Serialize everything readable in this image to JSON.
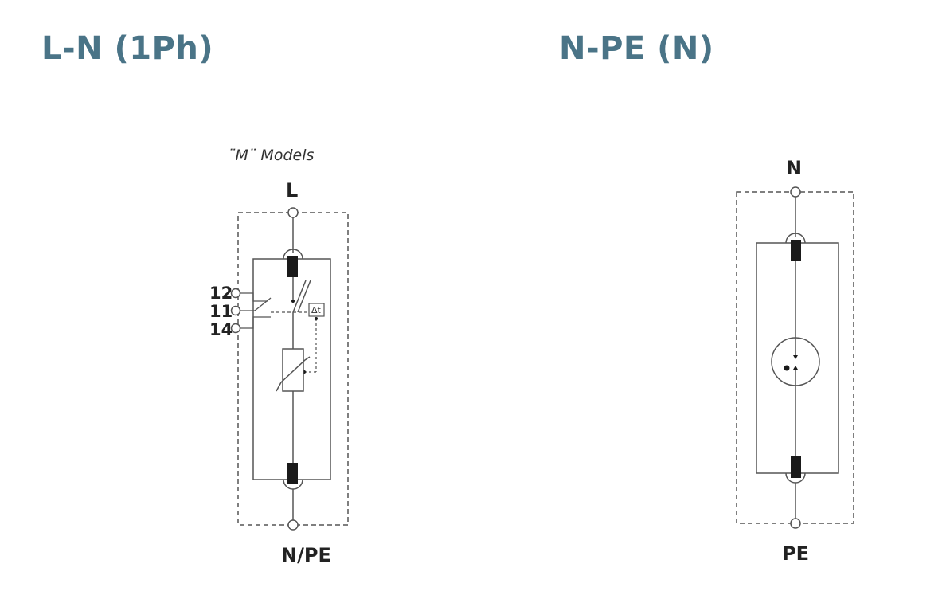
{
  "colors": {
    "heading": "#4a7487",
    "line": "#555555",
    "fill": "#1a1a1a"
  },
  "left": {
    "heading": "L-N (1Ph)",
    "note": "¨M¨ Models",
    "top_terminal": "L",
    "bottom_terminal": "N/PE",
    "contacts": [
      "12",
      "11",
      "14"
    ],
    "thermal_label": "Δt"
  },
  "right": {
    "heading": "N-PE (N)",
    "top_terminal": "N",
    "bottom_terminal": "PE"
  }
}
